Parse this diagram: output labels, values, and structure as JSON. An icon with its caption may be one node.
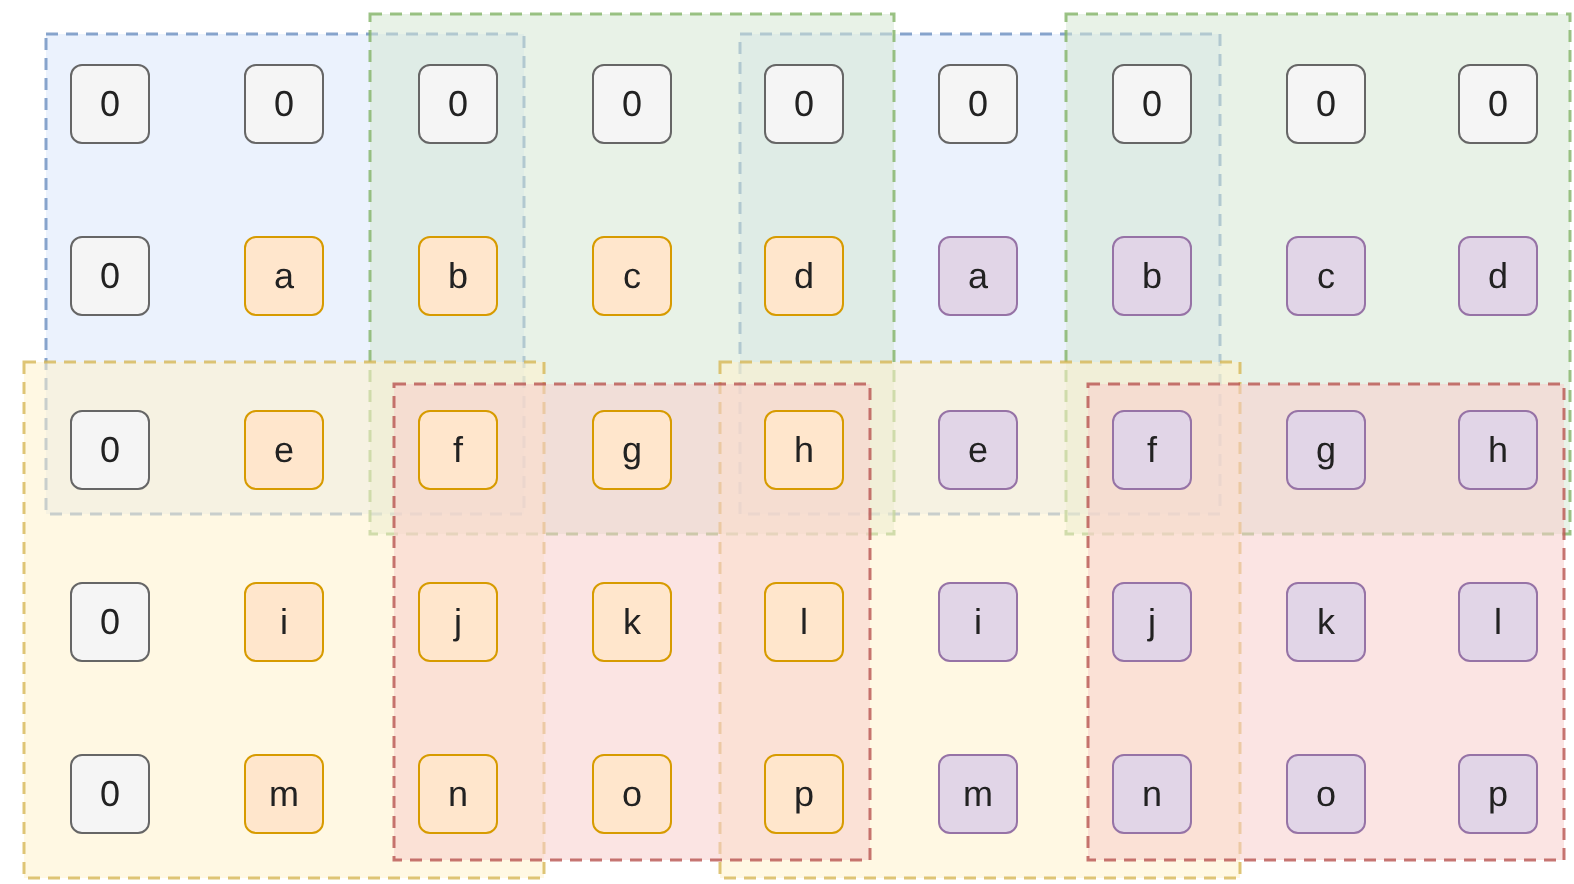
{
  "diagram": {
    "nodes": [
      {
        "text": [
          "0"
        ]
      },
      {
        "text": [
          "0"
        ]
      },
      {
        "text": [
          "0"
        ]
      },
      {
        "text": [
          "0"
        ]
      },
      {
        "text": [
          "0"
        ]
      },
      {
        "text": [
          "0"
        ]
      },
      {
        "text": [
          "0"
        ]
      },
      {
        "text": [
          "0"
        ]
      },
      {
        "text": [
          "0"
        ]
      },
      {
        "text": [
          "0"
        ]
      },
      {
        "text": [
          "a"
        ]
      },
      {
        "text": [
          "b"
        ]
      },
      {
        "text": [
          "c"
        ]
      },
      {
        "text": [
          "d"
        ]
      },
      {
        "text": [
          "a"
        ]
      },
      {
        "text": [
          "b"
        ]
      },
      {
        "text": [
          "c"
        ]
      },
      {
        "text": [
          "d"
        ]
      },
      {
        "text": [
          "0"
        ]
      },
      {
        "text": [
          "e"
        ]
      },
      {
        "text": [
          "f"
        ]
      },
      {
        "text": [
          "g"
        ]
      },
      {
        "text": [
          "h"
        ]
      },
      {
        "text": [
          "e"
        ]
      },
      {
        "text": [
          "f"
        ]
      },
      {
        "text": [
          "g"
        ]
      },
      {
        "text": [
          "h"
        ]
      },
      {
        "text": [
          "0"
        ]
      },
      {
        "text": [
          "i"
        ]
      },
      {
        "text": [
          "j"
        ]
      },
      {
        "text": [
          "k"
        ]
      },
      {
        "text": [
          "l"
        ]
      },
      {
        "text": [
          "i"
        ]
      },
      {
        "text": [
          "j"
        ]
      },
      {
        "text": [
          "k"
        ]
      },
      {
        "text": [
          "l"
        ]
      },
      {
        "text": [
          "0"
        ]
      },
      {
        "text": [
          "m"
        ]
      },
      {
        "text": [
          "n"
        ]
      },
      {
        "text": [
          "o"
        ]
      },
      {
        "text": [
          "p"
        ]
      },
      {
        "text": [
          "m"
        ]
      },
      {
        "text": [
          "n"
        ]
      },
      {
        "text": [
          "o"
        ]
      },
      {
        "text": [
          "p"
        ]
      }
    ]
  }
}
